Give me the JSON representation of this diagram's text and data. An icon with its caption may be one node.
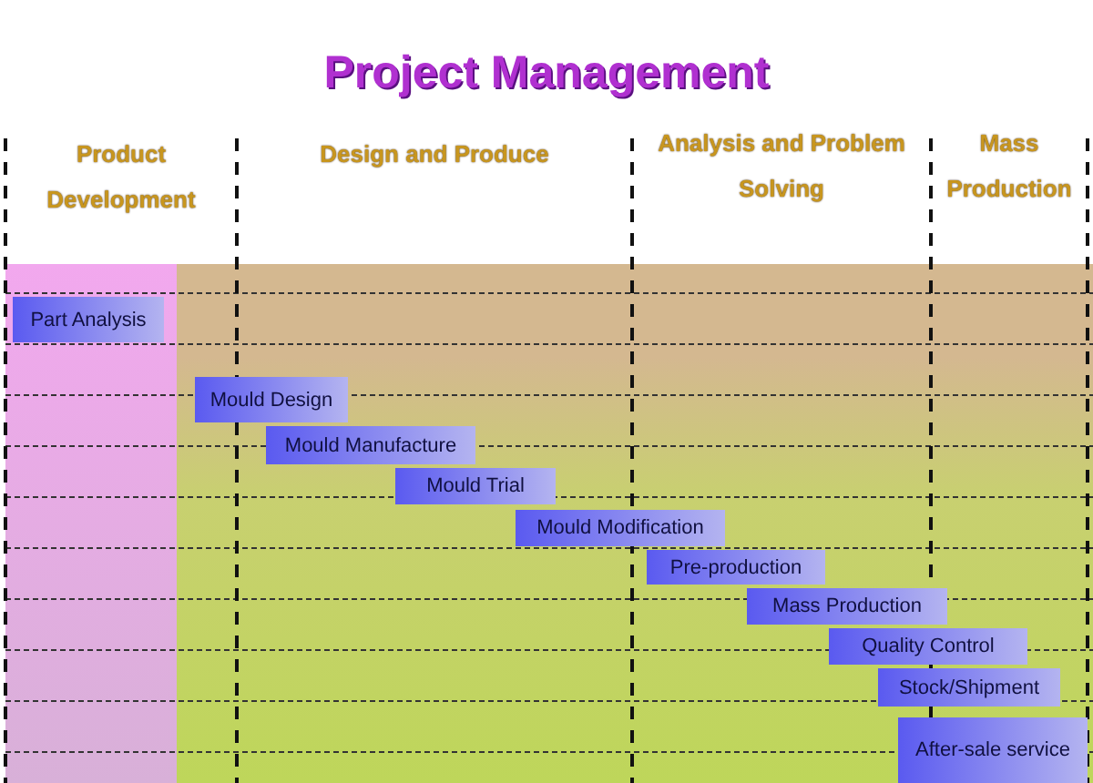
{
  "diagram": {
    "title": "Project Management",
    "nodes": [
      {
        "text": [
          "Part Analysis"
        ]
      },
      {
        "text": [
          "Mould Design"
        ]
      },
      {
        "text": [
          "Mould Manufacture"
        ]
      },
      {
        "text": [
          "Mould Trial"
        ]
      },
      {
        "text": [
          "Mould Modification"
        ]
      },
      {
        "text": [
          "Pre-production"
        ]
      },
      {
        "text": [
          "Mass Production"
        ]
      },
      {
        "text": [
          "Quality Control"
        ]
      },
      {
        "text": [
          "Stock/Shipment"
        ]
      },
      {
        "text": [
          "After-sale service"
        ]
      }
    ],
    "labels": [
      "Product Development",
      "Design and Produce",
      "Analysis and Problem Solving",
      "Mass Production"
    ]
  }
}
